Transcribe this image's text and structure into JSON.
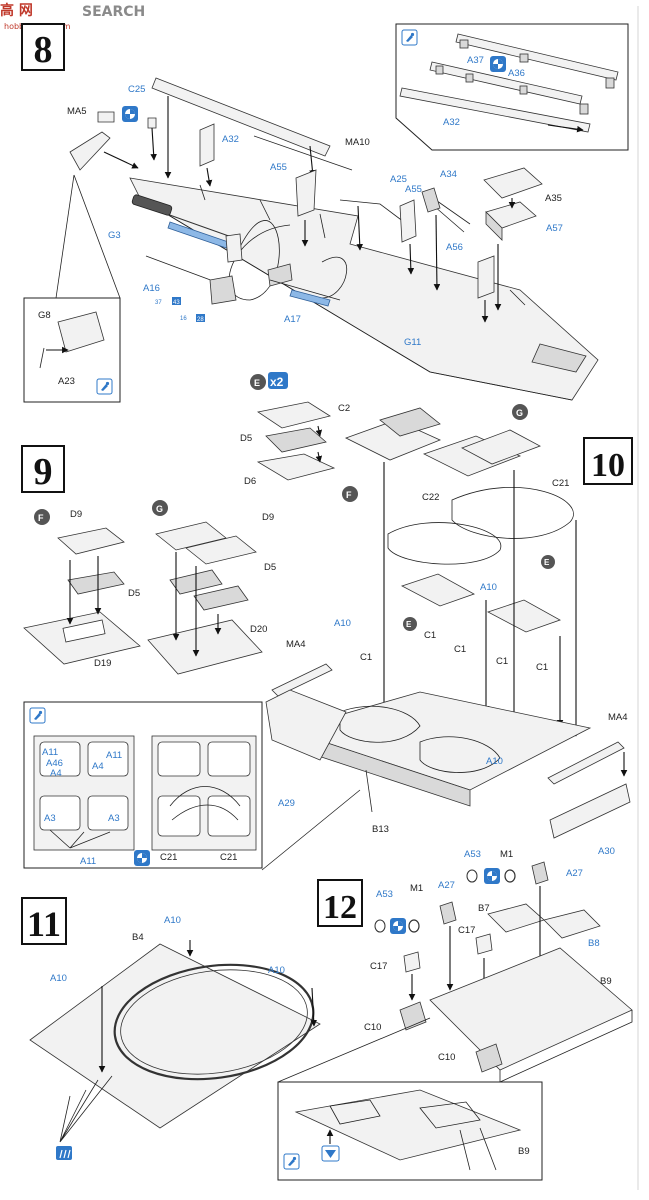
{
  "watermark": {
    "brand": "SEARCH",
    "logo_chars": "高  网",
    "site": "hobby-shop.com"
  },
  "steps": {
    "s8": "8",
    "s9": "9",
    "s10": "10",
    "s11": "11",
    "s12": "12"
  },
  "badges": {
    "e_count": "x2",
    "e_letter": "E",
    "f_letter": "F",
    "g_letter": "G"
  },
  "refs": {
    "a37_box": "37",
    "a37_num": "43",
    "a16_box": "16",
    "a16_num": "28"
  },
  "labels": {
    "C25": "C25",
    "MA5": "MA5",
    "A32_main": "A32",
    "MA10": "MA10",
    "A55_a": "A55",
    "A25": "A25",
    "A55_b": "A55",
    "A34": "A34",
    "A35": "A35",
    "A57": "A57",
    "G3": "G3",
    "A56": "A56",
    "A16": "A16",
    "A17": "A17",
    "G11": "G11",
    "A37": "A37",
    "A36": "A36",
    "A32_inset": "A32",
    "G8": "G8",
    "A23": "A23",
    "C2": "C2",
    "D5_e": "D5",
    "D6": "D6",
    "D9_f": "D9",
    "D5_f": "D5",
    "D19": "D19",
    "D9_g": "D9",
    "D5_g": "D5",
    "D20": "D20",
    "A11_a": "A11",
    "A46": "A46",
    "A4_a": "A4",
    "A4_b": "A4",
    "A11_b": "A11",
    "A3_a": "A3",
    "A3_b": "A3",
    "A11_c": "A11",
    "C21_a": "C21",
    "C21_b": "C21",
    "C21_top": "C21",
    "C22": "C22",
    "A10_10a": "A10",
    "A10_10b": "A10",
    "MA4_l": "MA4",
    "MA4_r": "MA4",
    "C1_a": "C1",
    "C1_b": "C1",
    "C1_c": "C1",
    "C1_d": "C1",
    "C1_e": "C1",
    "A10_10c": "A10",
    "A29": "A29",
    "B13": "B13",
    "A30": "A30",
    "B4": "B4",
    "A10_11a": "A10",
    "A10_11b": "A10",
    "A10_11c": "A10",
    "A53_a": "A53",
    "M1_a": "M1",
    "A27_a": "A27",
    "A53_b": "A53",
    "M1_b": "M1",
    "A27_b": "A27",
    "B7": "B7",
    "B8": "B8",
    "C17_a": "C17",
    "C17_b": "C17",
    "B9": "B9",
    "C10_a": "C10",
    "C10_b": "C10",
    "B9_inset": "B9"
  },
  "colors": {
    "accent_blue": "#2f78c8",
    "watermark_red": "#c0392b",
    "watermark_gray": "#8a8a8a"
  },
  "icons": {
    "cement": "cement-tube-icon",
    "optional": "optional-assembly-icon",
    "drill": "drill-hole-icon",
    "cut": "cut-icon"
  }
}
